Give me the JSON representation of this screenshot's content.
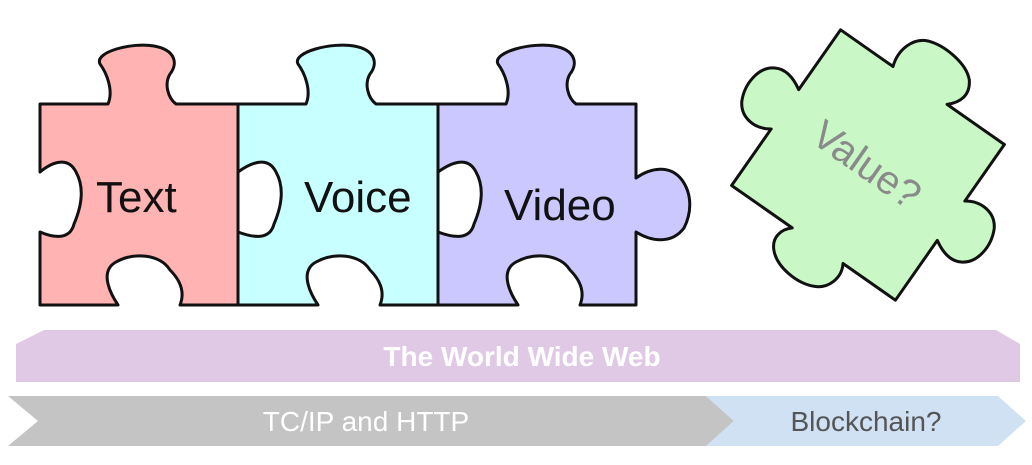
{
  "pieces": {
    "text": {
      "label": "Text",
      "color": "#ffb3b3"
    },
    "voice": {
      "label": "Voice",
      "color": "#c8ffff"
    },
    "video": {
      "label": "Video",
      "color": "#cbc8ff"
    },
    "value": {
      "label": "Value?",
      "color": "#c9f7c5"
    }
  },
  "bands": {
    "web": {
      "label": "The World Wide Web",
      "color": "#e0c9e4"
    },
    "tcp": {
      "label": "TC/IP and HTTP",
      "color": "#c4c4c4"
    },
    "blockchain": {
      "label": "Blockchain?",
      "color": "#cfe1f3"
    }
  }
}
